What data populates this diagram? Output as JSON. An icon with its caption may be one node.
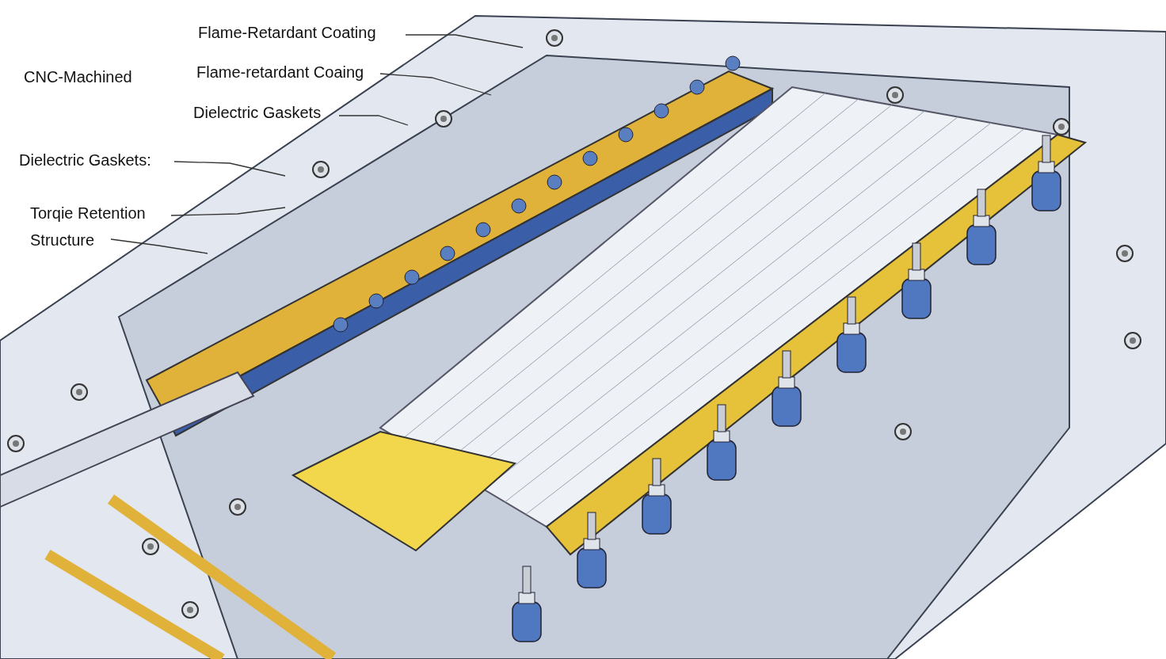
{
  "diagram": {
    "nodes": [
      {
        "text": [
          "Flame-Retardant Coating"
        ]
      },
      {
        "text": [
          "Flame-retardant Coaing"
        ]
      },
      {
        "text": [
          "Dielectric Gaskets"
        ]
      },
      {
        "text": [
          "Dielectric Gaskets:"
        ]
      },
      {
        "text": [
          "Torqie Retention"
        ]
      },
      {
        "text": [
          "Structure"
        ]
      }
    ],
    "edges": [
      {
        "from": 0,
        "to": null,
        "arrow": "none"
      },
      {
        "from": 1,
        "to": null,
        "arrow": "none"
      },
      {
        "from": 2,
        "to": null,
        "arrow": "none"
      },
      {
        "from": 3,
        "to": null,
        "arrow": "none"
      },
      {
        "from": 4,
        "to": null,
        "arrow": "none"
      },
      {
        "from": 5,
        "to": null,
        "arrow": "none"
      }
    ],
    "labels": [
      "CNC-Machined"
    ]
  }
}
